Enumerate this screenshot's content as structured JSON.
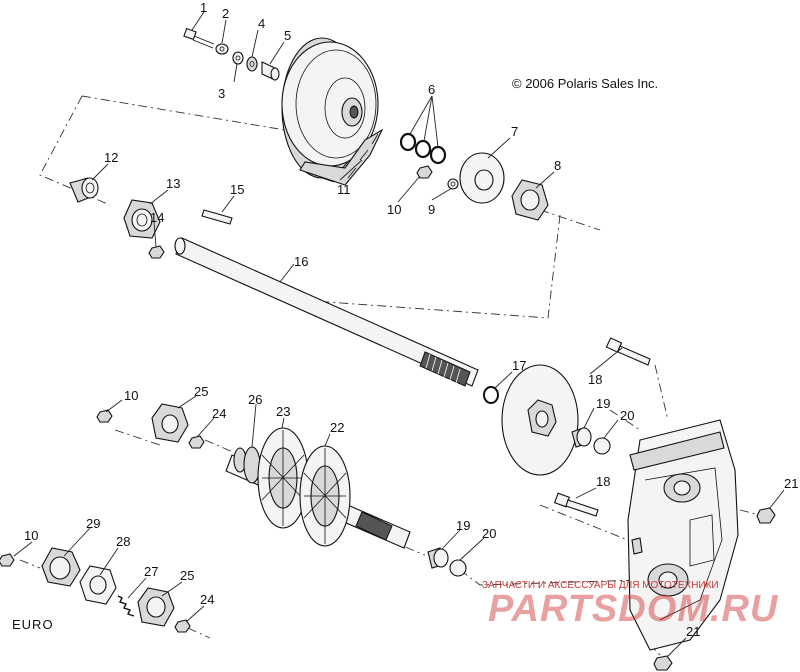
{
  "copyright": "© 2006 Polaris Sales Inc.",
  "region_label": "EURO",
  "watermark": {
    "line": "ЗАПЧАСТИ И АКСЕССУАРЫ ДЛЯ МОТОТЕХНИКИ",
    "logo": "PARTSDOM.RU"
  },
  "callouts": [
    {
      "id": "c1",
      "text": "1"
    },
    {
      "id": "c2",
      "text": "2"
    },
    {
      "id": "c3",
      "text": "3"
    },
    {
      "id": "c4",
      "text": "4"
    },
    {
      "id": "c5",
      "text": "5"
    },
    {
      "id": "c6",
      "text": "6"
    },
    {
      "id": "c7",
      "text": "7"
    },
    {
      "id": "c8",
      "text": "8"
    },
    {
      "id": "c9",
      "text": "9"
    },
    {
      "id": "c10a",
      "text": "10"
    },
    {
      "id": "c11",
      "text": "11"
    },
    {
      "id": "c12",
      "text": "12"
    },
    {
      "id": "c13",
      "text": "13"
    },
    {
      "id": "c14",
      "text": "14"
    },
    {
      "id": "c15",
      "text": "15"
    },
    {
      "id": "c16",
      "text": "16"
    },
    {
      "id": "c17",
      "text": "17"
    },
    {
      "id": "c18a",
      "text": "18"
    },
    {
      "id": "c19a",
      "text": "19"
    },
    {
      "id": "c20a",
      "text": "20"
    },
    {
      "id": "c10b",
      "text": "10"
    },
    {
      "id": "c25a",
      "text": "25"
    },
    {
      "id": "c24a",
      "text": "24"
    },
    {
      "id": "c26",
      "text": "26"
    },
    {
      "id": "c23",
      "text": "23"
    },
    {
      "id": "c22",
      "text": "22"
    },
    {
      "id": "c18b",
      "text": "18"
    },
    {
      "id": "c21a",
      "text": "21"
    },
    {
      "id": "c19b",
      "text": "19"
    },
    {
      "id": "c20b",
      "text": "20"
    },
    {
      "id": "c10c",
      "text": "10"
    },
    {
      "id": "c29",
      "text": "29"
    },
    {
      "id": "c28",
      "text": "28"
    },
    {
      "id": "c27",
      "text": "27"
    },
    {
      "id": "c25b",
      "text": "25"
    },
    {
      "id": "c24b",
      "text": "24"
    },
    {
      "id": "c21b",
      "text": "21"
    }
  ]
}
